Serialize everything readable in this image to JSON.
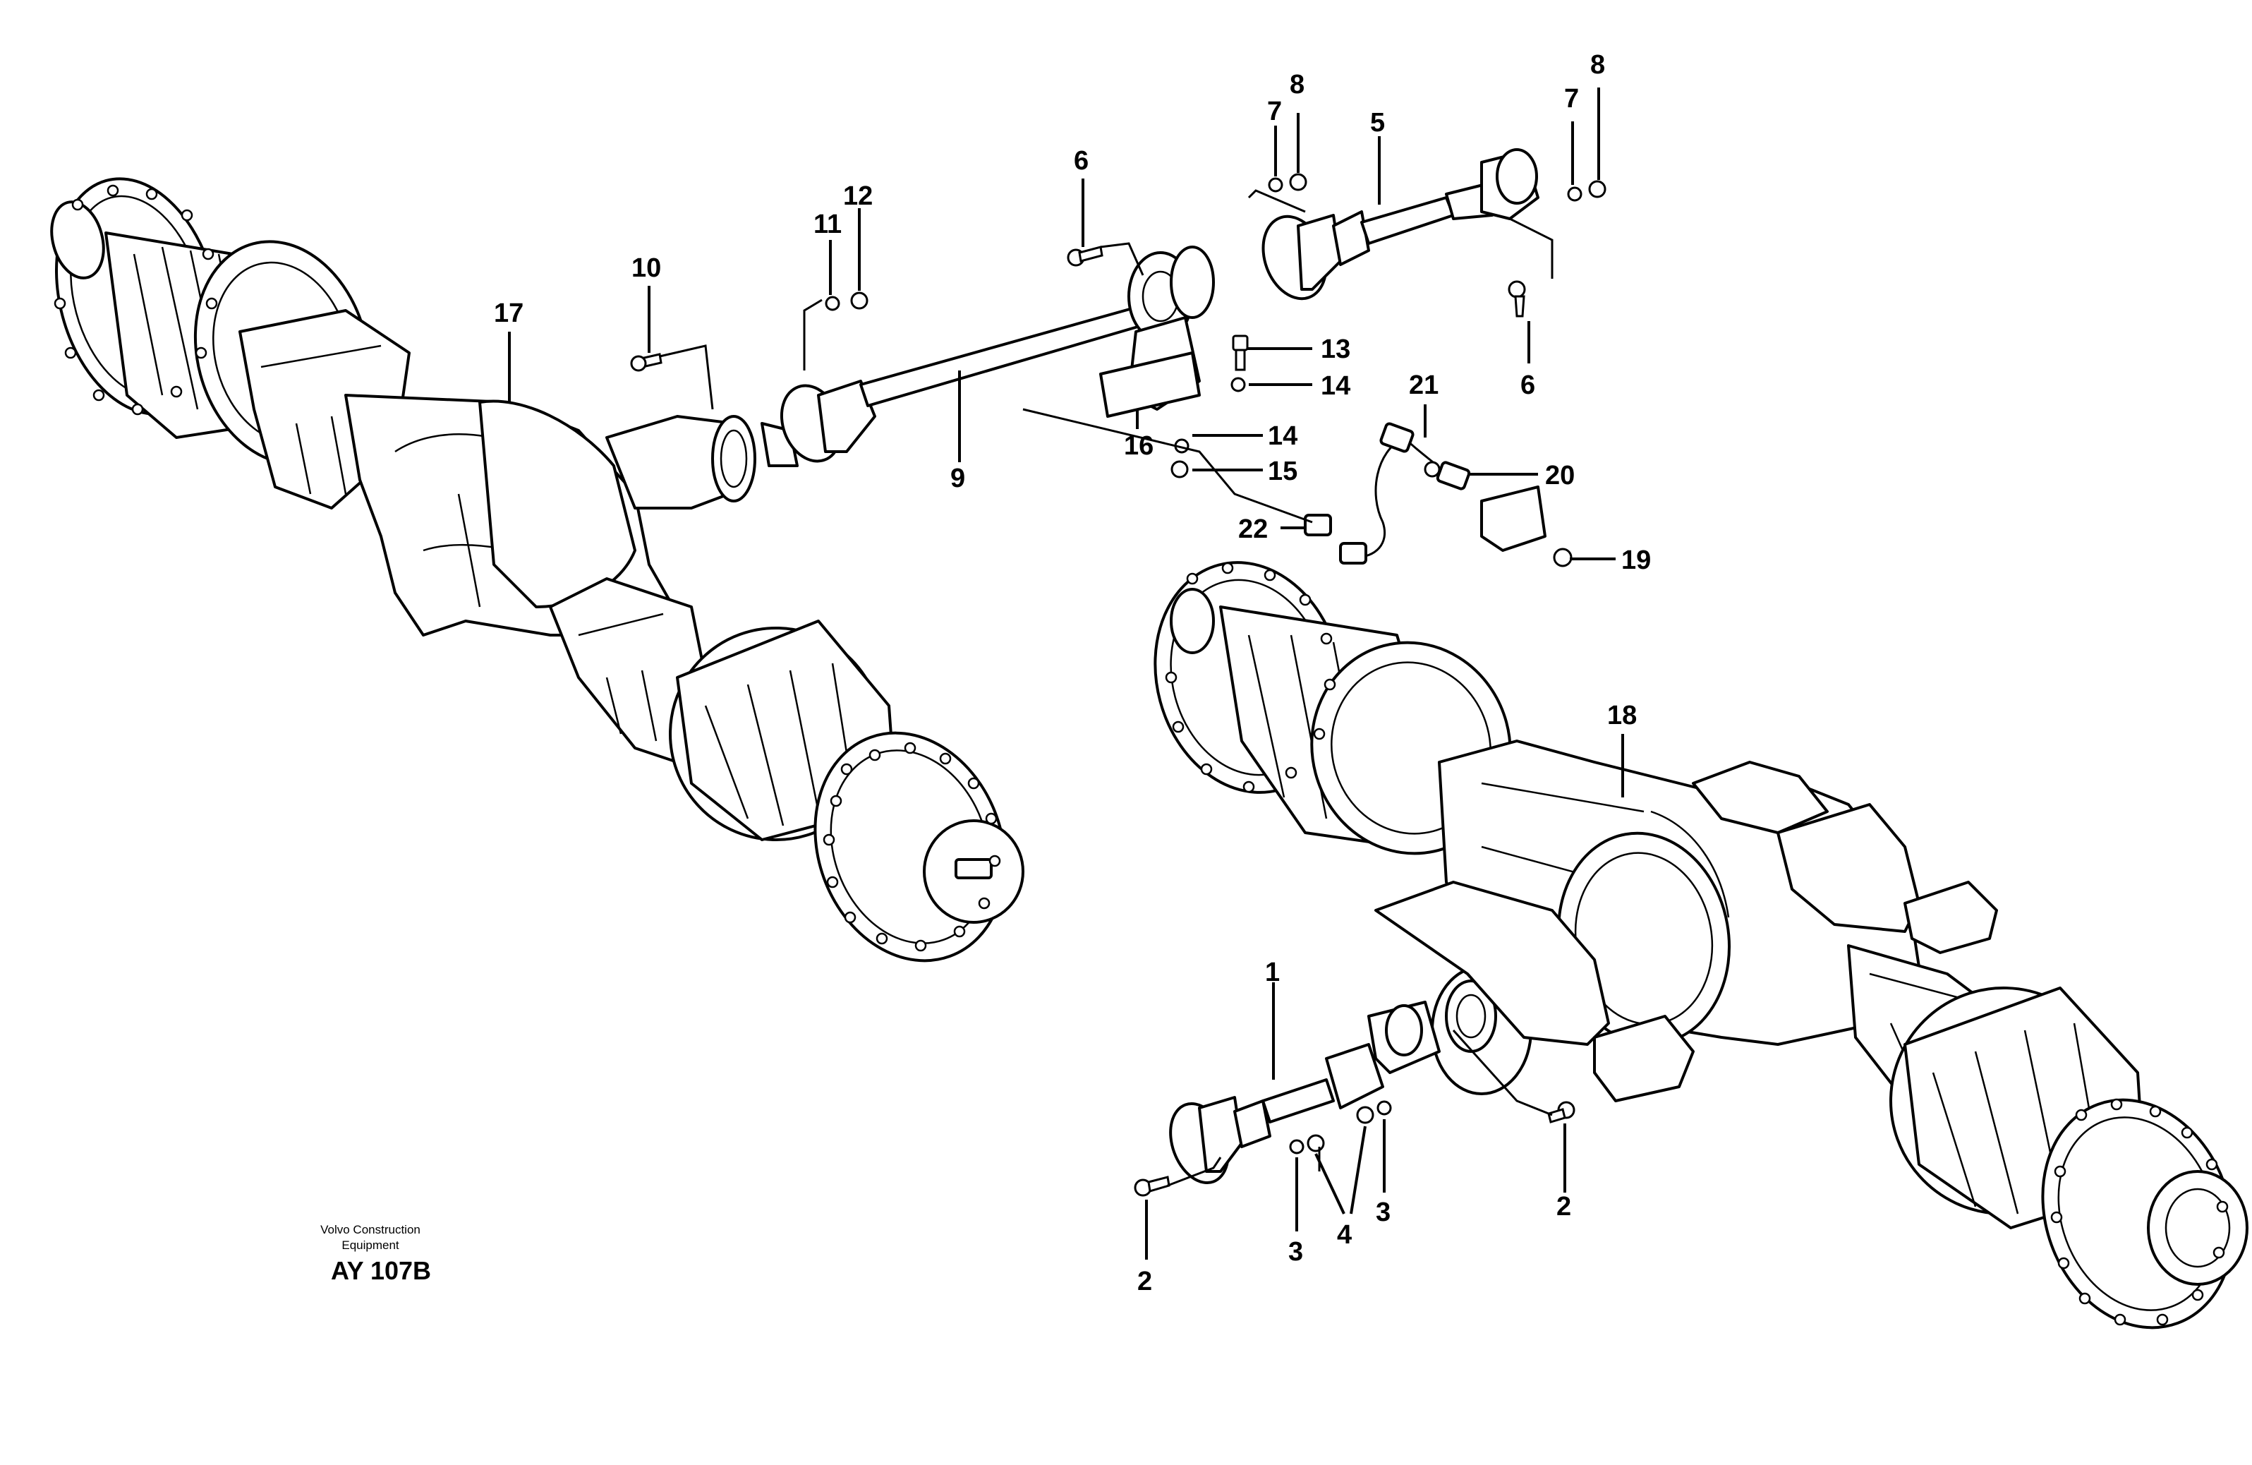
{
  "credit": {
    "line1": "Volvo Construction",
    "line2": "Equipment",
    "code": "AY 107B"
  },
  "callouts": {
    "c1": "1",
    "c2a": "2",
    "c2b": "2",
    "c3a": "3",
    "c3b": "3",
    "c4": "4",
    "c5": "5",
    "c6a": "6",
    "c6b": "6",
    "c7a": "7",
    "c7b": "7",
    "c8a": "8",
    "c8b": "8",
    "c9": "9",
    "c10": "10",
    "c11": "11",
    "c12": "12",
    "c13": "13",
    "c14a": "14",
    "c14b": "14",
    "c15": "15",
    "c16": "16",
    "c17": "17",
    "c18": "18",
    "c19": "19",
    "c20": "20",
    "c21": "21",
    "c22": "22"
  }
}
